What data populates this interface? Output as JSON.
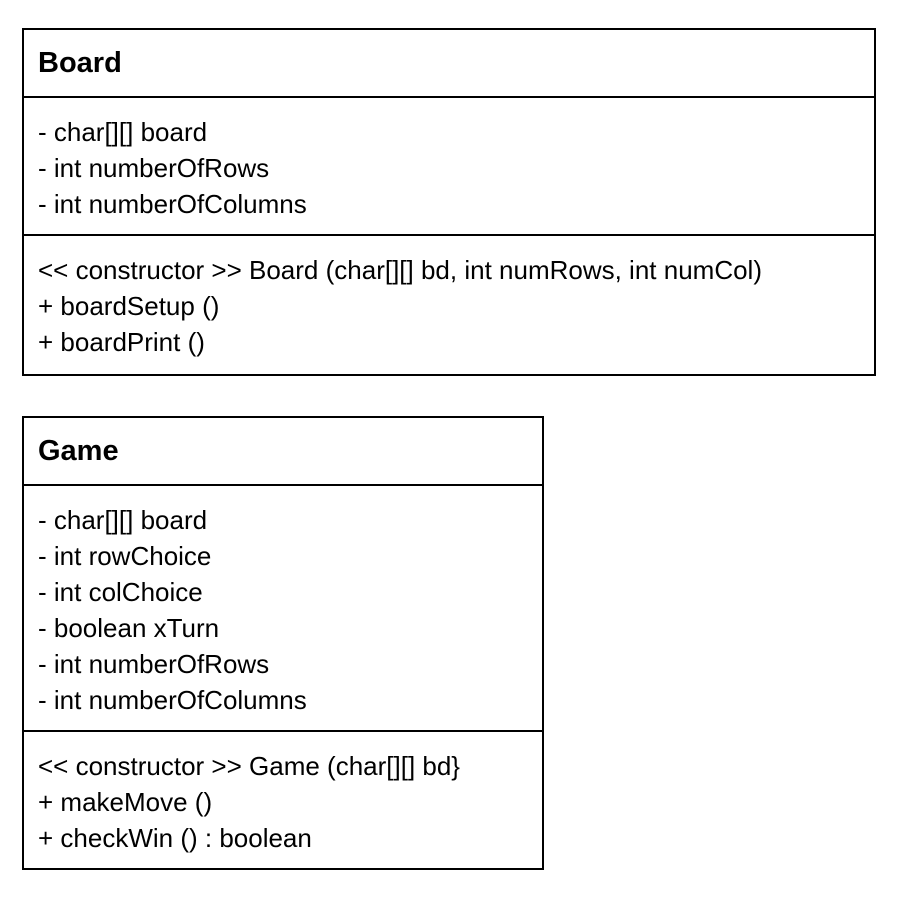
{
  "classes": [
    {
      "name": "Board",
      "attributes": [
        "- char[][] board",
        "- int numberOfRows",
        "- int numberOfColumns"
      ],
      "methods": [
        "<< constructor >> Board (char[][] bd, int numRows, int numCol)",
        "+ boardSetup ()",
        "+ boardPrint ()"
      ]
    },
    {
      "name": "Game",
      "attributes": [
        "- char[][] board",
        "- int rowChoice",
        "- int colChoice",
        "- boolean xTurn",
        "- int numberOfRows",
        "- int numberOfColumns"
      ],
      "methods": [
        "<< constructor >> Game (char[][] bd}",
        "+ makeMove ()",
        "+ checkWin () : boolean"
      ]
    }
  ]
}
